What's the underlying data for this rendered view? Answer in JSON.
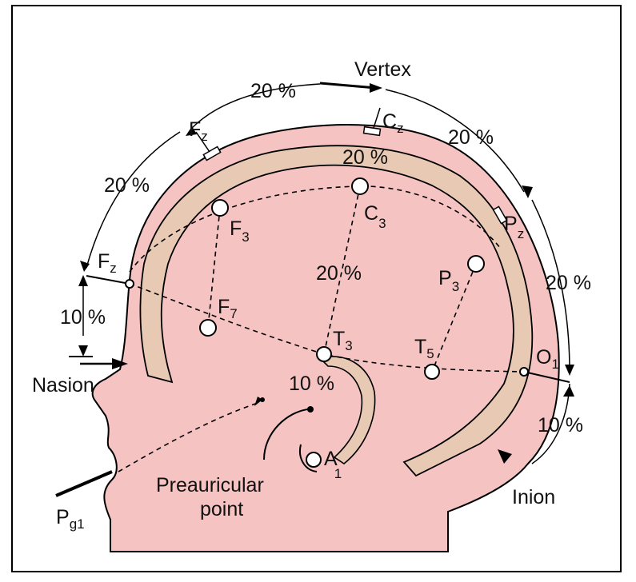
{
  "labels": {
    "vertex": "Vertex",
    "nasion": "Nasion",
    "inion": "Inion",
    "preauricular_line1": "Preauricular",
    "preauricular_line2": "point"
  },
  "percentages": {
    "top_fz_cz": "20 %",
    "left_fp_fz": "20 %",
    "left_nasion_fp": "10 %",
    "right_cz_pz": "20 %",
    "right_pz_o": "20 %",
    "right_o_inion": "10 %",
    "inner_c3": "20 %",
    "mid_c3_t3": "20 %",
    "ear_t3": "10 %"
  },
  "electrodes": {
    "cz": {
      "main": "C",
      "sub": "z"
    },
    "fz": {
      "main": "F",
      "sub": "z"
    },
    "fp": {
      "main": "F",
      "sub": "z"
    },
    "f3": {
      "main": "F",
      "sub": "3"
    },
    "f7": {
      "main": "F",
      "sub": "7"
    },
    "c3": {
      "main": "C",
      "sub": "3"
    },
    "t3": {
      "main": "T",
      "sub": "3"
    },
    "t5": {
      "main": "T",
      "sub": "5"
    },
    "p3": {
      "main": "P",
      "sub": "3"
    },
    "pz": {
      "main": "P",
      "sub": "z"
    },
    "o1": {
      "main": "O",
      "sub": "1"
    },
    "a1": {
      "main": "A",
      "sub": "1"
    },
    "pg1": {
      "main": "P",
      "sub": "g1"
    }
  },
  "colors": {
    "head_fill": "#f6c3c3",
    "skull_fill": "#e8c9b4",
    "outline": "#000000"
  }
}
